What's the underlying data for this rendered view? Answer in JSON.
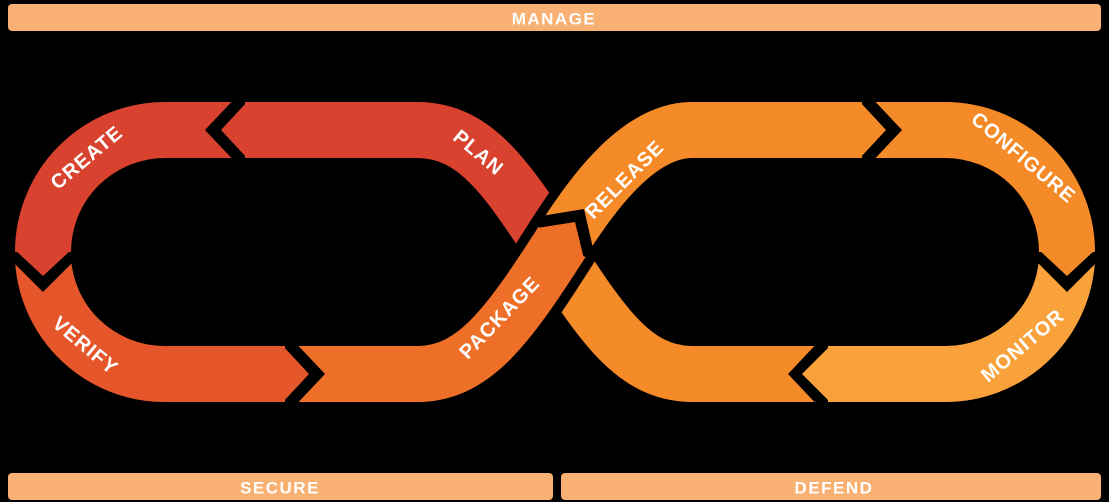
{
  "colors": {
    "background": "#000000",
    "label_text": "#ffffff",
    "band": "#f9b173"
  },
  "bands": {
    "manage": {
      "label": "MANAGE"
    },
    "secure": {
      "label": "SECURE"
    },
    "defend": {
      "label": "DEFEND"
    }
  },
  "loop": {
    "plan": {
      "label": "PLAN",
      "color": "#d8422e"
    },
    "create": {
      "label": "CREATE",
      "color": "#d8422e"
    },
    "verify": {
      "label": "VERIFY",
      "color": "#e5562b"
    },
    "package": {
      "label": "PACKAGE",
      "color": "#ee6f28"
    },
    "release": {
      "label": "RELEASE",
      "color": "#f58a28"
    },
    "configure": {
      "label": "CONFIGURE",
      "color": "#f58a28"
    },
    "monitor": {
      "label": "MONITOR",
      "color": "#f9a23b"
    },
    "connector": {
      "color": "#f58a28"
    }
  }
}
